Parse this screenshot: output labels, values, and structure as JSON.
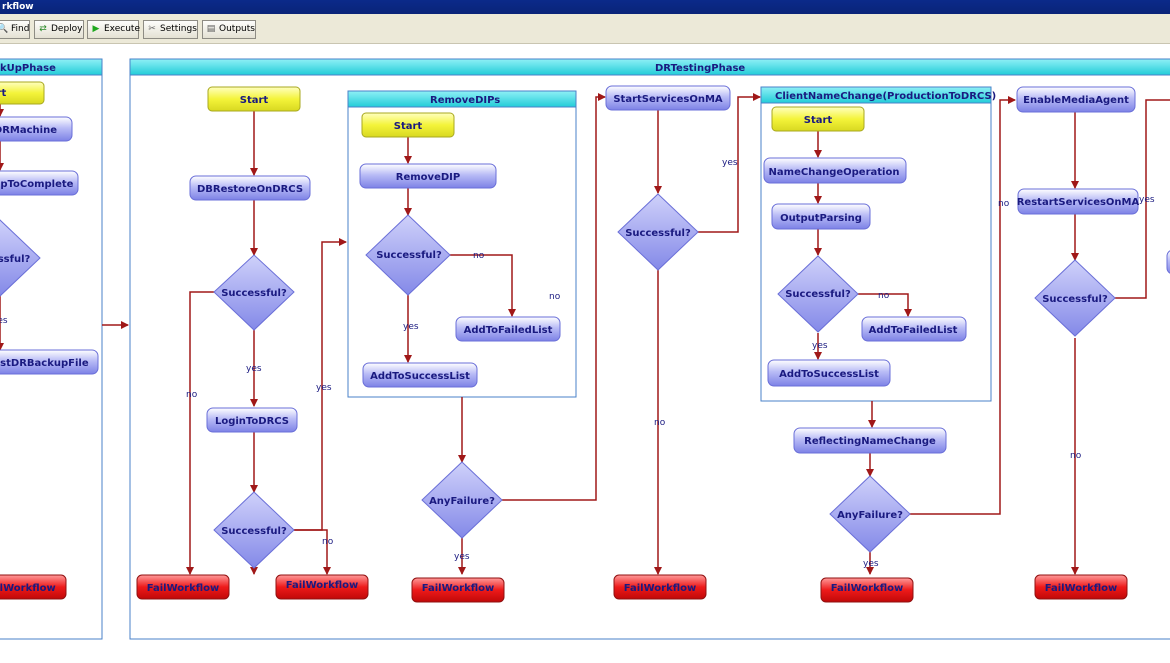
{
  "window": {
    "title": "rkflow"
  },
  "toolbar": {
    "find": "Find",
    "deploy": "Deploy",
    "execute": "Execute",
    "settings": "Settings",
    "outputs": "Outputs"
  },
  "phases": {
    "backup": "kUpPhase",
    "drtesting": "DRTestingPhase",
    "removedips": "RemoveDIPs",
    "clientnamechange": "ClientNameChange(ProductionToDRCS)"
  },
  "nodes": {
    "bk_start": "art",
    "bk_dr_machine": "oDRMachine",
    "bk_backup_complete": "kupToComplete",
    "bk_successful": "ssful?",
    "bk_latest_file": "estDRBackupFile",
    "bk_fail": "ilWorkflow",
    "dr_start": "Start",
    "dbrestore": "DBRestoreOnDRCS",
    "succ1": "Successful?",
    "login": "LoginToDRCS",
    "succ2": "Successful?",
    "fail1": "FailWorkflow",
    "fail2": "FailWorkflow",
    "rd_start": "Start",
    "removedip": "RemoveDIP",
    "rd_succ": "Successful?",
    "rd_addfailed": "AddToFailedList",
    "rd_addsuccess": "AddToSuccessList",
    "anyfailure1": "AnyFailure?",
    "fail3": "FailWorkflow",
    "startservices": "StartServicesOnMA",
    "succ3": "Successful?",
    "fail4": "FailWorkflow",
    "cn_start": "Start",
    "namechangeop": "NameChangeOperation",
    "outputparsing": "OutputParsing",
    "cn_succ": "Successful?",
    "cn_addfailed": "AddToFailedList",
    "cn_addsuccess": "AddToSuccessList",
    "reflecting": "ReflectingNameChange",
    "anyfailure2": "AnyFailure?",
    "fail5": "FailWorkflow",
    "enablema": "EnableMediaAgent",
    "restartservices": "RestartServicesOnMA",
    "succ4": "Successful?",
    "fail6": "FailWorkflow"
  },
  "edge_labels": {
    "yes": "yes",
    "no": "no"
  },
  "colors": {
    "phase_header": "#2fd6e2",
    "phase_border": "#4a82c8",
    "start_fill": "#f5f54a",
    "activity_fill": "#9a9ef0",
    "decision_fill": "#8f94ec",
    "fail_fill": "#e41414",
    "arrow": "#a01818",
    "node_text": "#1a1a80"
  }
}
